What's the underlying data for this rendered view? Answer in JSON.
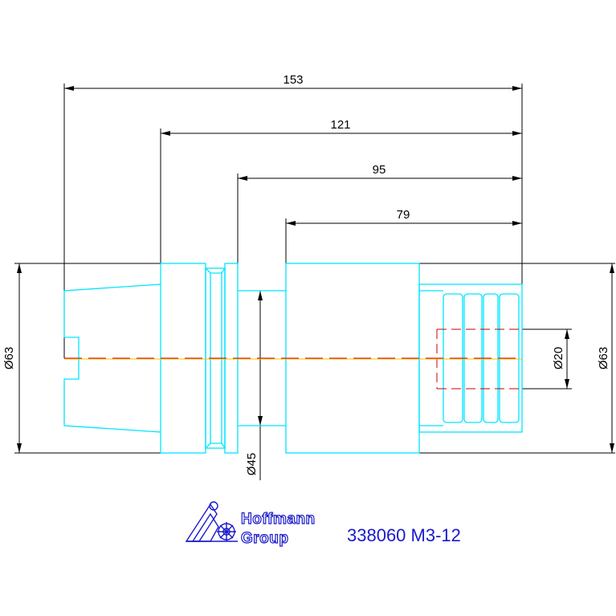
{
  "drawing": {
    "dimensions": {
      "overall_length": "153",
      "length_121": "121",
      "length_95": "95",
      "length_79": "79",
      "diameter_left": "Ø63",
      "diameter_right": "Ø63",
      "diameter_bore": "Ø45",
      "diameter_shank": "Ø20"
    },
    "colors": {
      "part_outline": "#00e5ff",
      "dimension": "#000000",
      "centerline": "#cc0000",
      "hidden": "#cc0000",
      "logo": "#1a1acc"
    }
  },
  "logo": {
    "line1": "Hoffmann",
    "line2": "Group"
  },
  "part_number": "338060 M3-12"
}
